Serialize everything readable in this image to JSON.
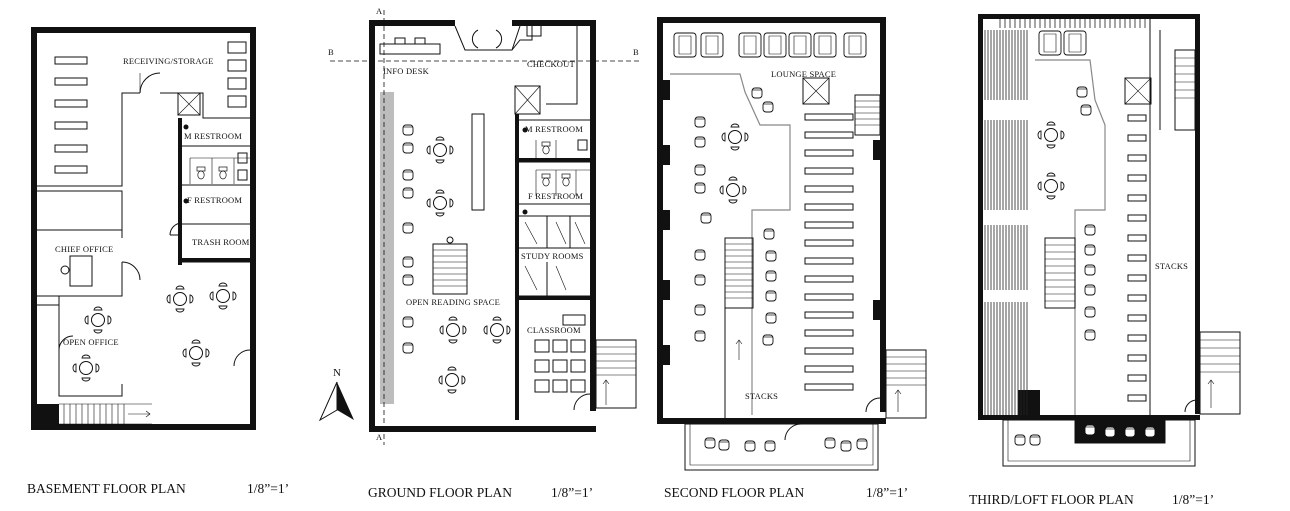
{
  "plans": [
    {
      "id": "basement",
      "title": "BASEMENT FLOOR PLAN",
      "scale": "1/8”=1’",
      "rooms": [
        "RECEIVING/STORAGE",
        "M RESTROOM",
        "F RESTROOM",
        "TRASH ROOM",
        "CHIEF OFFICE",
        "OPEN OFFICE"
      ]
    },
    {
      "id": "ground",
      "title": "GROUND FLOOR PLAN",
      "scale": "1/8”=1’",
      "rooms": [
        "INFO DESK",
        "CHECKOUT",
        "M RESTROOM",
        "F RESTROOM",
        "STUDY ROOMS",
        "OPEN READING SPACE",
        "CLASSROOM"
      ],
      "section_marks": [
        "A",
        "B",
        "B",
        "A"
      ],
      "north": "N"
    },
    {
      "id": "second",
      "title": "SECOND FLOOR PLAN",
      "scale": "1/8”=1’",
      "rooms": [
        "LOUNGE SPACE",
        "STACKS"
      ]
    },
    {
      "id": "third",
      "title": "THIRD/LOFT FLOOR PLAN",
      "scale": "1/8”=1’",
      "rooms": [
        "STACKS"
      ]
    }
  ]
}
